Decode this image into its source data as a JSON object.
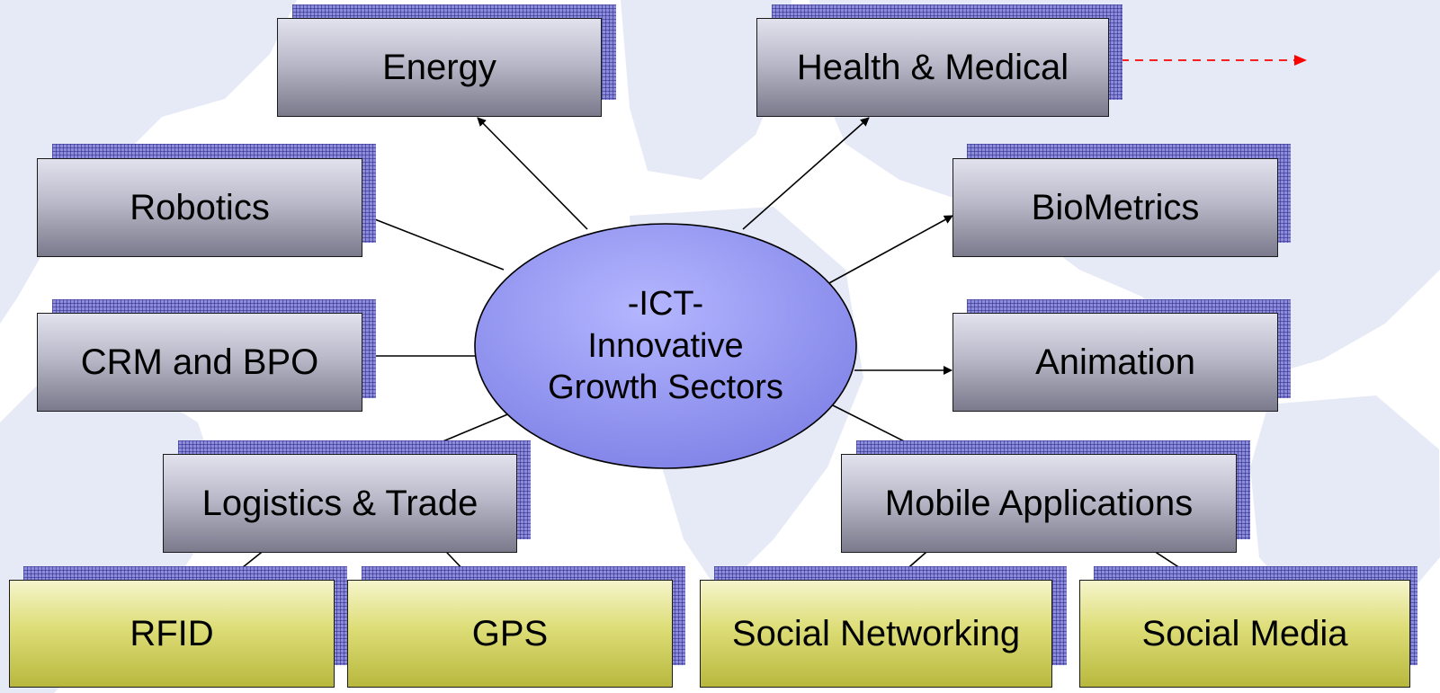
{
  "hub": {
    "line1": "-ICT-",
    "line2": "Innovative",
    "line3": "Growth Sectors"
  },
  "sectors": {
    "energy": "Energy",
    "health": "Health & Medical",
    "robotics": "Robotics",
    "biometrics": "BioMetrics",
    "crm": "CRM and BPO",
    "animation": "Animation",
    "logistics": "Logistics & Trade",
    "mobile": "Mobile Applications"
  },
  "subsectors": {
    "rfid": "RFID",
    "gps": "GPS",
    "social_networking": "Social Networking",
    "social_media": "Social Media"
  },
  "colors": {
    "background": "#ffffff",
    "map_land": "#e6e9f6",
    "hub_fill": "#9a9cf2",
    "gray_box": "#b9b9c9",
    "yellow_box": "#dddd77",
    "shadow_grid": "#8c8cd8",
    "dashed_arrow": "#ff0000"
  }
}
